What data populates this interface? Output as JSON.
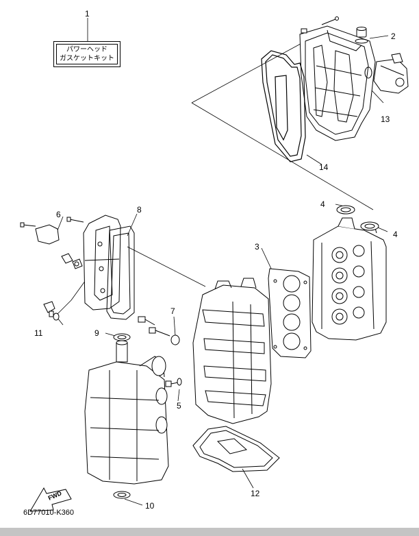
{
  "kit_label": {
    "line1": "パワーヘッド",
    "line2": "ガスケットキット"
  },
  "callouts": [
    "1",
    "2",
    "3",
    "4",
    "4",
    "5",
    "6",
    "7",
    "8",
    "9",
    "10",
    "11",
    "12",
    "13",
    "14"
  ],
  "fwd_label": "FWD",
  "diagram_code": "6D77010-K360",
  "colors": {
    "line": "#000000",
    "background": "#ffffff",
    "footer_bar": "#c4c4c4"
  }
}
